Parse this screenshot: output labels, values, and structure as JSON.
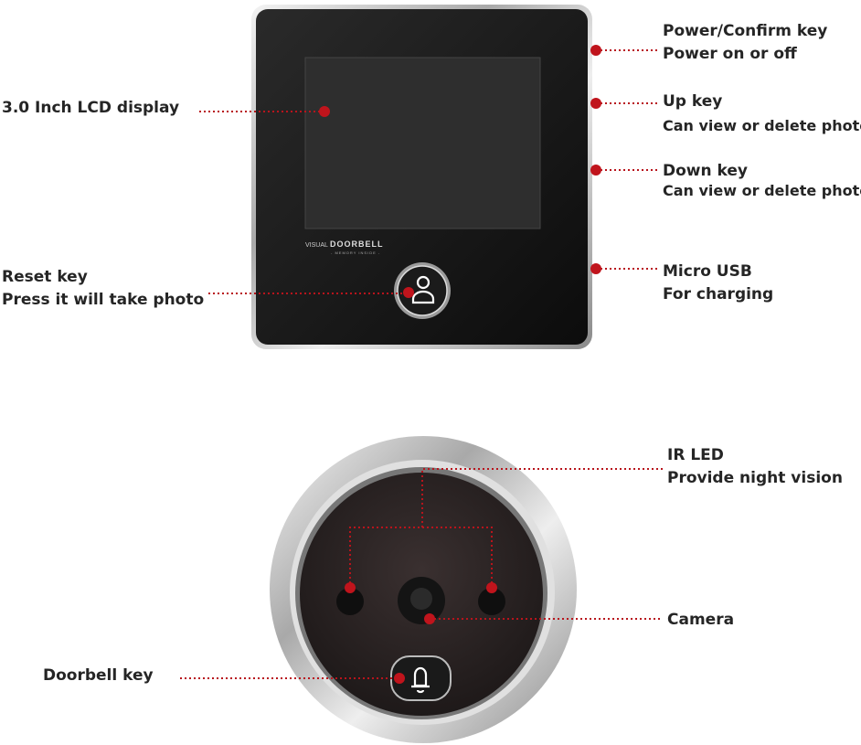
{
  "colors": {
    "callout": "#b8141c",
    "device_black": "#151515",
    "chrome": "#c9c9c9"
  },
  "device_front": {
    "brand_small": "VISUAL",
    "brand_large": "DOORBELL",
    "brand_tagline": "- MEMORY INSIDE -",
    "button_icon": "person-icon"
  },
  "device_camera": {
    "button_icon": "bell-icon"
  },
  "labels": {
    "lcd": {
      "title": "3.0 Inch LCD display"
    },
    "power": {
      "title": "Power/Confirm key",
      "desc": "Power on or off"
    },
    "up": {
      "title": "Up key",
      "desc": "Can view or delete photos"
    },
    "down": {
      "title": "Down key",
      "desc": "Can view or delete photos"
    },
    "usb": {
      "title": "Micro USB",
      "desc": "For charging"
    },
    "reset": {
      "title": "Reset key",
      "desc": "Press it will take photo"
    },
    "irled": {
      "title": "IR LED",
      "desc": "Provide night vision"
    },
    "camera": {
      "title": "Camera"
    },
    "doorbell": {
      "title": "Doorbell key"
    }
  }
}
